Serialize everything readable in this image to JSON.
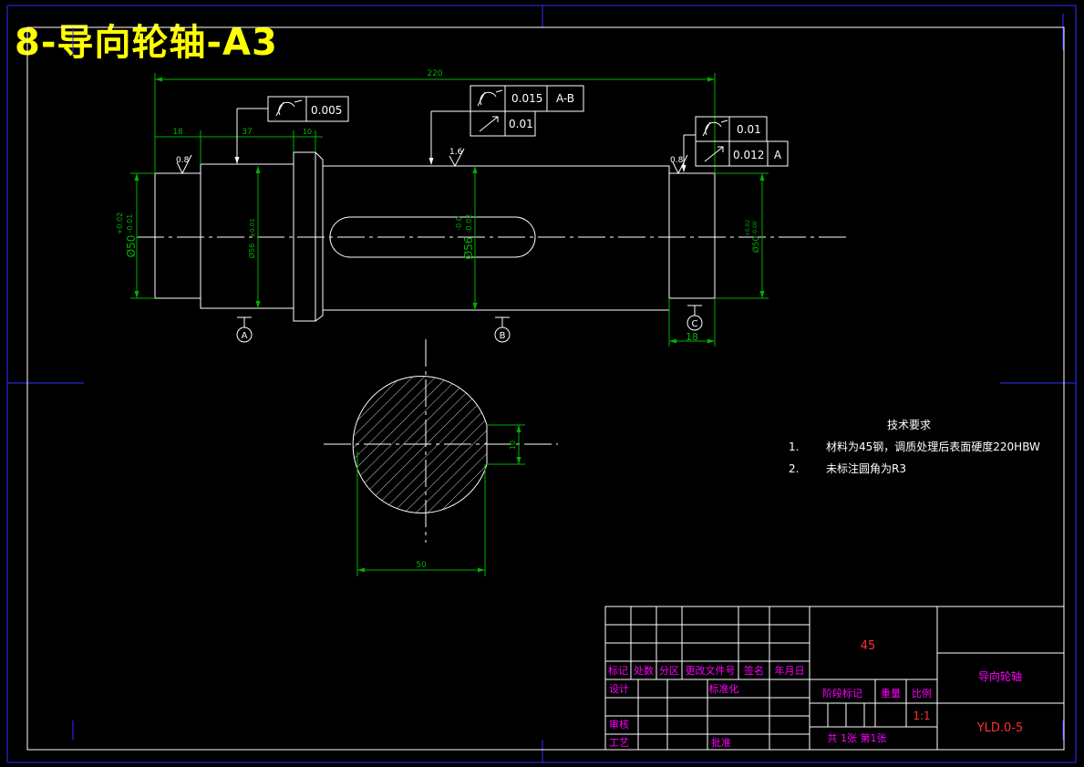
{
  "title": "8-导向轮轴-A3",
  "dimensions": {
    "overall_length": "220",
    "left_step": "18",
    "shoulder": "37",
    "collar": "10",
    "right_step": "18",
    "section_diameter": "50",
    "key_width": "10",
    "dia_left": "Ø50",
    "dia_left_tol_upper": "+0.02",
    "dia_left_tol_lower": "-0.01",
    "dia_mid": "Ø56",
    "dia_mid_tol": "±0.01",
    "dia_key": "Ø56",
    "dia_key_tol_upper": "-0.0",
    "dia_key_tol_lower": "-0.02",
    "dia_right": "Ø50",
    "dia_right_tol_upper": "+0.02",
    "dia_right_tol_lower": "-0.00"
  },
  "roughness": {
    "left": "0.8",
    "middle": "1.6",
    "right": "0.8"
  },
  "datums": {
    "a": "A",
    "b": "B",
    "c": "C"
  },
  "tolerances": {
    "left_value": "0.005",
    "mid_top_value": "0.015",
    "mid_top_ref": "A-B",
    "mid_bottom_value": "0.01",
    "right_top_value": "0.01",
    "right_bottom_value": "0.012",
    "right_bottom_ref": "A"
  },
  "tech_requirements": {
    "heading": "技术要求",
    "items": [
      {
        "num": "1.",
        "text": "材料为45钢，调质处理后表面硬度220HBW"
      },
      {
        "num": "2.",
        "text": "未标注圆角为R3"
      }
    ]
  },
  "title_block": {
    "material": "45",
    "part_name": "导向轮轴",
    "drawing_no": "YLD.0-5",
    "scale": "1:1",
    "sheet_info": "共   1张   第1张",
    "labels": {
      "mark": "标记",
      "count": "处数",
      "zone": "分区",
      "change_doc": "更改文件号",
      "signature": "签名",
      "date": "年月日",
      "design": "设计",
      "standardize": "标准化",
      "stage_mark": "阶段标记",
      "weight": "重量",
      "scale": "比例",
      "review": "审核",
      "process": "工艺",
      "approve": "批准"
    }
  },
  "colors": {
    "title": "#ffff00",
    "outline": "#ffffff",
    "dimension": "#00b000",
    "center": "#ffffff",
    "border": "#3030ff",
    "label": "#ff00ff",
    "value": "#ff3030"
  }
}
